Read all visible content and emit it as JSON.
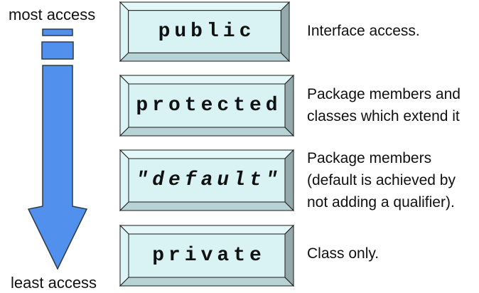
{
  "colors": {
    "arrow_fill": "#5191ED",
    "outline": "#2d3a45",
    "key_face": "#D9F2F4",
    "key_bevel_top": "#E4F8F9",
    "key_bevel_left": "#DDF4F6",
    "key_bevel_bottom": "#B7D3D6",
    "key_bevel_right": "#93A9AC",
    "text": "#101010"
  },
  "axis": {
    "top_label": "most access",
    "bottom_label": "least access"
  },
  "rows": [
    {
      "label": "public",
      "desc_lines": [
        "Interface access."
      ]
    },
    {
      "label": "protected",
      "desc_lines": [
        "Package members and",
        "classes which extend it"
      ]
    },
    {
      "label": "\"default\"",
      "desc_lines": [
        "Package members",
        "(default is achieved by",
        "not adding a qualifier)."
      ]
    },
    {
      "label": "private",
      "desc_lines": [
        "Class only."
      ]
    }
  ]
}
